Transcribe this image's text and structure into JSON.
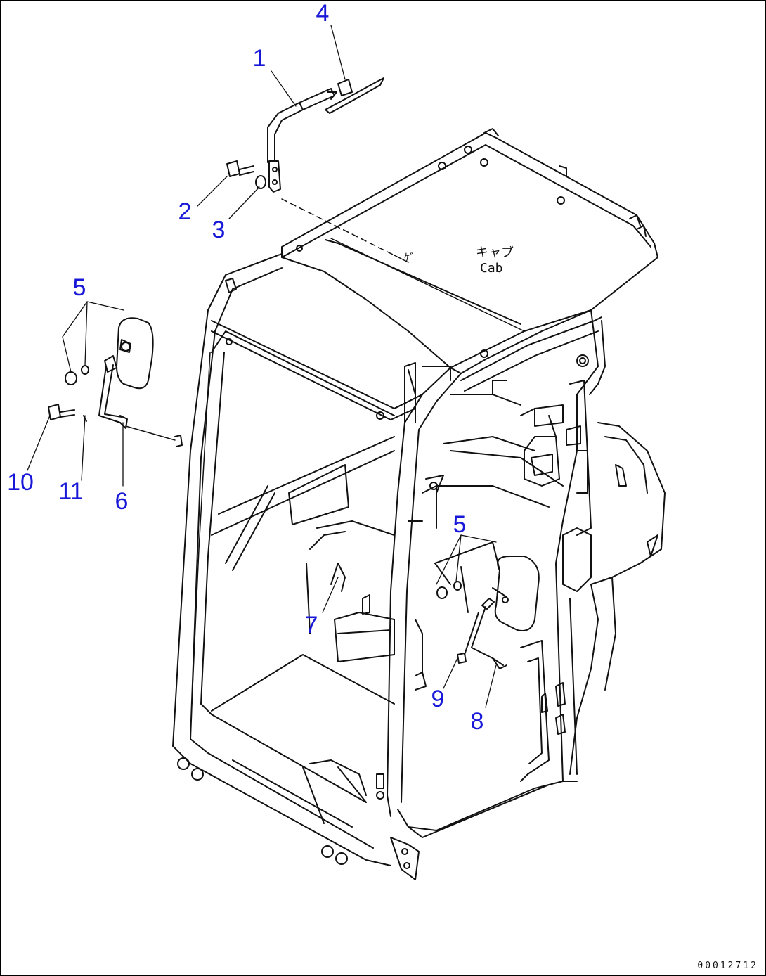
{
  "callouts": {
    "c1": "1",
    "c2": "2",
    "c3": "3",
    "c4": "4",
    "c5a": "5",
    "c5b": "5",
    "c6": "6",
    "c7": "7",
    "c8": "8",
    "c9": "9",
    "c10": "10",
    "c11": "11"
  },
  "cab_label": {
    "jp": "キャブ",
    "en": "Cab",
    "mark": "ｹﾞ"
  },
  "reference_number": "00012712",
  "colors": {
    "callout": "#1818d8",
    "line": "#111111",
    "background": "#ffffff"
  }
}
